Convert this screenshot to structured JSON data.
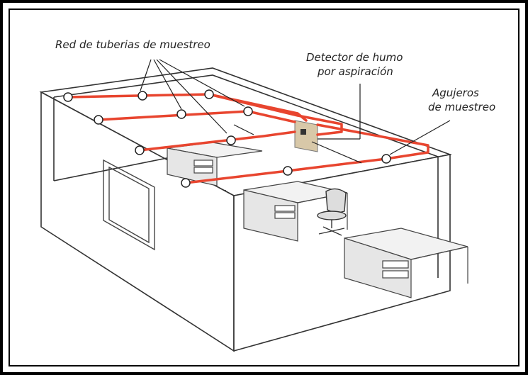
{
  "labels": {
    "pipe_network": "Red de tuberias de muestreo",
    "detector_line1": "Detector de humo",
    "detector_line2": "por aspiración",
    "holes_line1": "Agujeros",
    "holes_line2": "de muestreo"
  },
  "colors": {
    "border": "#000000",
    "pipe": "#e8452f",
    "wall_line": "#333333",
    "room_fill": "#ffffff",
    "detector": "#d8c8a8",
    "furniture": "#f2f2f2"
  }
}
